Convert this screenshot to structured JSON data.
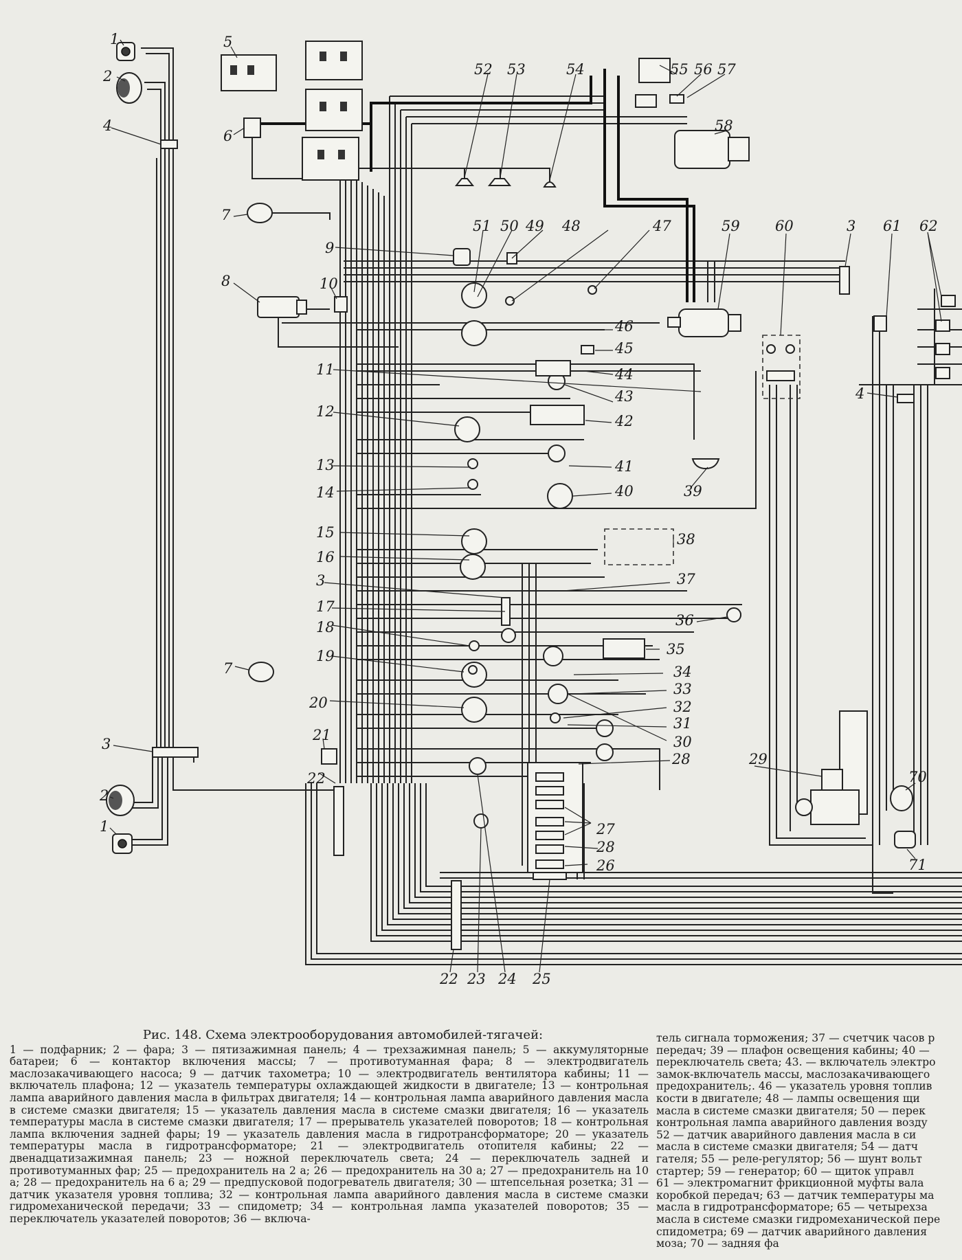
{
  "labels": [
    "1",
    "2",
    "4",
    "5",
    "6",
    "7",
    "8",
    "9",
    "10",
    "11",
    "12",
    "13",
    "14",
    "15",
    "16",
    "3",
    "17",
    "18",
    "7",
    "19",
    "20",
    "21",
    "3",
    "2",
    "1",
    "22",
    "23",
    "24",
    "25",
    "26",
    "27",
    "28",
    "28",
    "29",
    "30",
    "31",
    "32",
    "33",
    "34",
    "35",
    "36",
    "37",
    "38",
    "39",
    "40",
    "41",
    "42",
    "43",
    "44",
    "45",
    "46",
    "47",
    "48",
    "49",
    "50",
    "51",
    "52",
    "53",
    "54",
    "55",
    "56",
    "57",
    "58",
    "59",
    "60",
    "3",
    "61",
    "62",
    "4",
    "70",
    "71",
    "22"
  ],
  "caption": {
    "title": "Рис. 148. Схема электрооборудования автомобилей-тягачей:",
    "body": "1 — подфарник; 2 — фара; 3 — пятизажимная панель; 4 — трехзажимная панель; 5 — аккумуляторные батареи; 6 — контактор включения массы; 7 — противотуманная фара; 8 — электродвигатель маслозакачивающего насоса; 9 — датчик тахометра; 10 — электродвигатель вентилятора кабины; 11 — включатель плафона; 12 — указатель температуры охлаждающей жидкости в двигателе; 13 — контрольная лампа аварийного давления масла в фильтрах двигателя; 14 — контрольная лампа аварийного давления масла в системе смазки двигателя; 15 — указатель давления масла в системе смазки двигателя; 16 — указатель температуры масла в системе смазки двигателя; 17 — прерыватель указателей поворотов; 18 — контрольная лампа включения задней фары; 19 — указатель давления масла в гидротрансформаторе; 20 — указатель температуры масла в гидротрансформаторе; 21 — электродвигатель отопителя кабины; 22 — двенадцатизажимная панель; 23 — ножной переключатель света; 24 — переключатель задней и противотуманных фар; 25 — предохранитель на 2 а; 26 — предохранитель на 30 а; 27 — предохранитель на 10 а; 28 — предохранитель на 6 а; 29 — предпусковой подогреватель двигателя; 30 — штепсельная розетка; 31 — датчик указателя уровня топлива; 32 — контрольная лампа аварийного давления масла в системе смазки гидромеханической передачи; 33 — спидометр; 34 — контрольная лампа указателей поворотов; 35 — переключатель указателей поворотов; 36 — включа-",
    "right_lines": [
      "тель сигнала торможения; 37 — счетчик часов р",
      "передач; 39 — плафон освещения кабины; 40 —",
      "переключатель света; 43. — включатель электро",
      "замок-включатель массы, маслозакачивающего",
      "предохранитель;. 46 — указатель уровня топлив",
      "кости в двигателе; 48 — лампы освещения щи",
      "масла в системе смазки двигателя; 50 — перек",
      "контрольная лампа аварийного давления возду",
      "52 — датчик аварийного давления масла в си",
      "масла в системе смазки двигателя; 54 — датч",
      "гателя; 55 — реле-регулятор; 56 — шунт вольт",
      "стартер; 59 — генератор; 60 — щиток управл",
      "61 — электромагнит фрикционной муфты вала",
      "коробкой передач; 63 — датчик температуры ма",
      "масла в гидротрансформаторе; 65 — четырехза",
      "масла в системе смазки гидромеханической пере",
      "спидометра; 69 — датчик аварийного давления",
      "моза; 70 — задняя фа"
    ]
  }
}
